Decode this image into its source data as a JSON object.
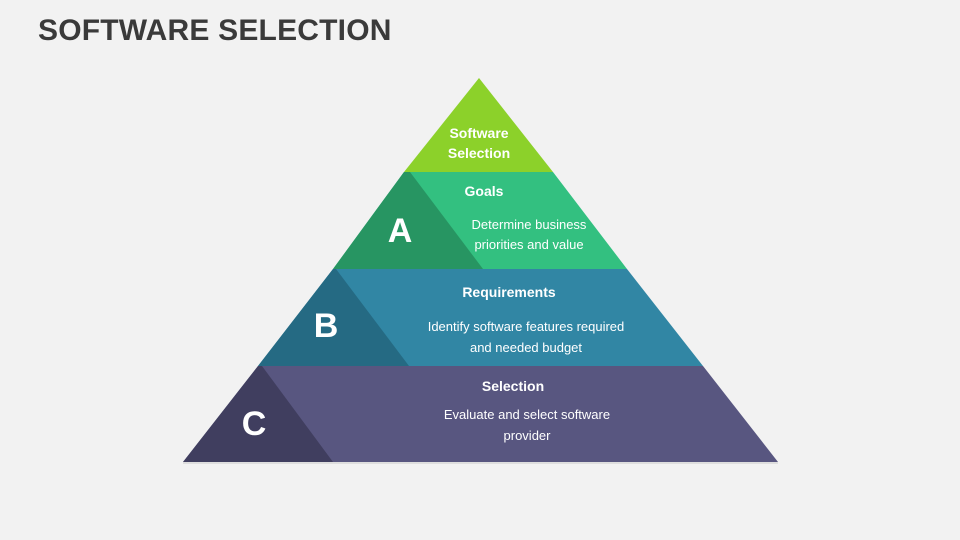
{
  "title": "SOFTWARE SELECTION",
  "apex": {
    "line1": "Software",
    "line2": "Selection",
    "color": "#8cd12a"
  },
  "levels": [
    {
      "letter": "A",
      "heading": "Goals",
      "desc_line1": "Determine business",
      "desc_line2": "priorities and value",
      "main_color": "#33c080",
      "dark_color": "#279562"
    },
    {
      "letter": "B",
      "heading": "Requirements",
      "desc_line1": "Identify software features required",
      "desc_line2": "and needed budget",
      "main_color": "#3186a4",
      "dark_color": "#256a83"
    },
    {
      "letter": "C",
      "heading": "Selection",
      "desc_line1": "Evaluate and select software",
      "desc_line2": "provider",
      "main_color": "#585680",
      "dark_color": "#403e5f"
    }
  ]
}
